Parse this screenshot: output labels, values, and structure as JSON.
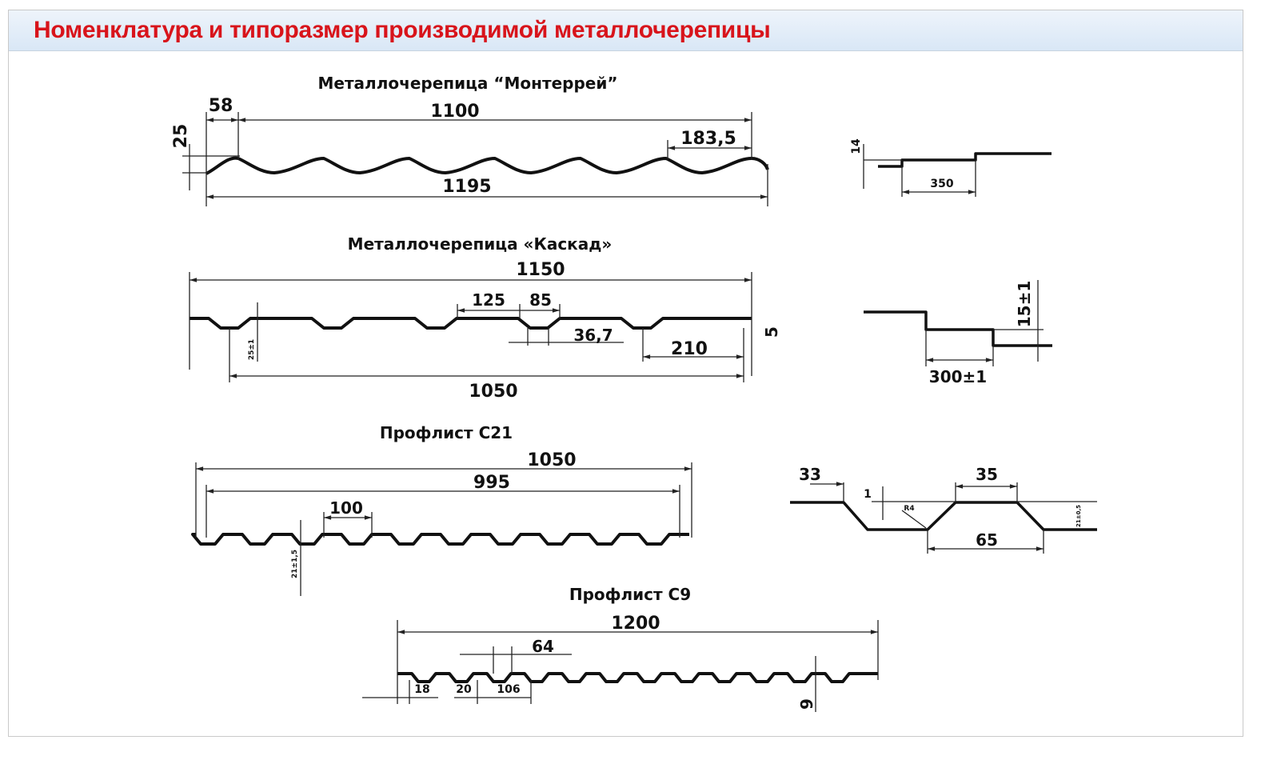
{
  "header": {
    "title": "Номенклатура и типоразмер производимой металлочерепицы"
  },
  "monterrey": {
    "title": "Металлочерепица “Монтеррей”",
    "dims": {
      "a": "58",
      "b": "1100",
      "c": "183,5",
      "d": "1195",
      "h": "25"
    },
    "detail": {
      "h": "14",
      "w": "350"
    }
  },
  "kaskad": {
    "title": "Металлочерепица «Каскад»",
    "dims": {
      "total": "1150",
      "a": "125",
      "b": "85",
      "c": "36,7",
      "d": "210",
      "useful": "1050",
      "e": "5",
      "h": "25±1"
    },
    "detail": {
      "h": "15±1",
      "w": "300±1"
    }
  },
  "c21": {
    "title": "Профлист С21",
    "dims": {
      "total": "1050",
      "useful": "995",
      "step": "100",
      "h": "21±1,5"
    },
    "detail": {
      "a": "33",
      "b": "35",
      "c": "1",
      "r": "R4",
      "d": "65",
      "h": "21±0,5"
    }
  },
  "c9": {
    "title": "Профлист С9",
    "dims": {
      "total": "1200",
      "a": "64",
      "b": "18",
      "c": "20",
      "d": "106",
      "h": "9"
    }
  }
}
